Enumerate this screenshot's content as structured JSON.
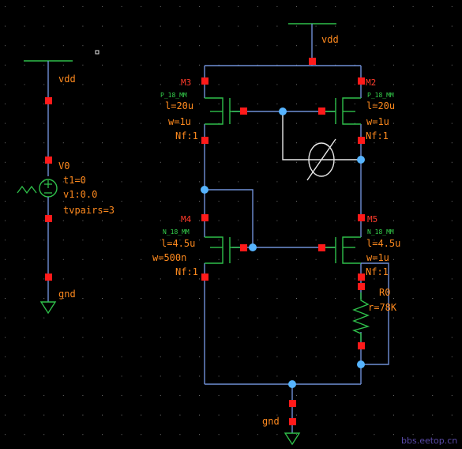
{
  "colors": {
    "background": "#000000",
    "wire": "#6f8fd6",
    "supply": "#2fbf4a",
    "label": "#ff8a1e",
    "model": "#35d24c",
    "instance": "#ff3a2a",
    "pin": "#ff1a1a",
    "junction": "#56b4ff"
  },
  "source": {
    "name": "V0",
    "params": [
      "t1=0",
      "v1:0.0",
      "tvpairs=3"
    ],
    "top_net": "vdd",
    "bottom_net": "gnd"
  },
  "supply_net": "vdd",
  "ground_net": "gnd",
  "transistors": [
    {
      "name": "M3",
      "model": "P_18_MM",
      "length": "l=20u",
      "width": "w=1u",
      "fingers": "Nf:1"
    },
    {
      "name": "M2",
      "model": "P_18_MM",
      "length": "l=20u",
      "width": "w=1u",
      "fingers": "Nf:1"
    },
    {
      "name": "M4",
      "model": "N_18_MM",
      "length": "l=4.5u",
      "width": "w=500n",
      "fingers": "Nf:1"
    },
    {
      "name": "M5",
      "model": "N_18_MM",
      "length": "l=4.5u",
      "width": "w=1u",
      "fingers": "Nf:1"
    }
  ],
  "resistor": {
    "name": "R0",
    "value": "r=78K"
  },
  "probe_symbol": "empty-set-icon",
  "watermark": "bbs.eetop.cn"
}
